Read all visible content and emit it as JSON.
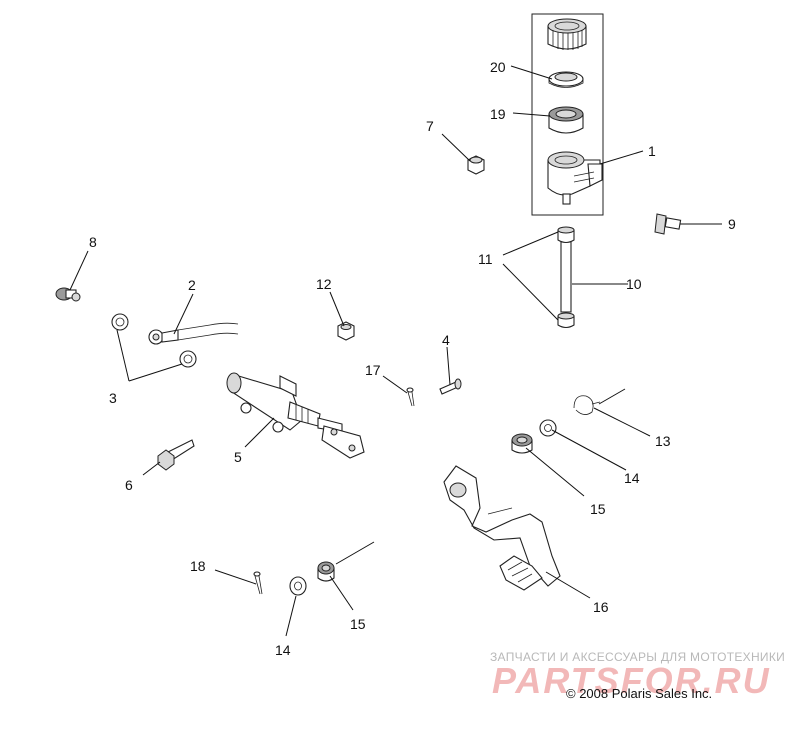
{
  "callouts": [
    {
      "id": "1",
      "text": "1"
    },
    {
      "id": "2",
      "text": "2"
    },
    {
      "id": "3",
      "text": "3"
    },
    {
      "id": "4",
      "text": "4"
    },
    {
      "id": "5",
      "text": "5"
    },
    {
      "id": "6",
      "text": "6"
    },
    {
      "id": "7",
      "text": "7"
    },
    {
      "id": "8",
      "text": "8"
    },
    {
      "id": "9",
      "text": "9"
    },
    {
      "id": "10",
      "text": "10"
    },
    {
      "id": "11",
      "text": "11"
    },
    {
      "id": "12",
      "text": "12"
    },
    {
      "id": "13",
      "text": "13"
    },
    {
      "id": "14a",
      "text": "14"
    },
    {
      "id": "14b",
      "text": "14"
    },
    {
      "id": "15a",
      "text": "15"
    },
    {
      "id": "15b",
      "text": "15"
    },
    {
      "id": "16",
      "text": "16"
    },
    {
      "id": "17",
      "text": "17"
    },
    {
      "id": "18",
      "text": "18"
    },
    {
      "id": "19",
      "text": "19"
    },
    {
      "id": "20",
      "text": "20"
    }
  ],
  "watermark": {
    "caption": "ЗАПЧАСТИ И АКСЕССУАРЫ ДЛЯ МОТОТЕХНИКИ",
    "logo": "PARTSFOR.RU"
  },
  "copyright": "© 2008 Polaris Sales Inc."
}
